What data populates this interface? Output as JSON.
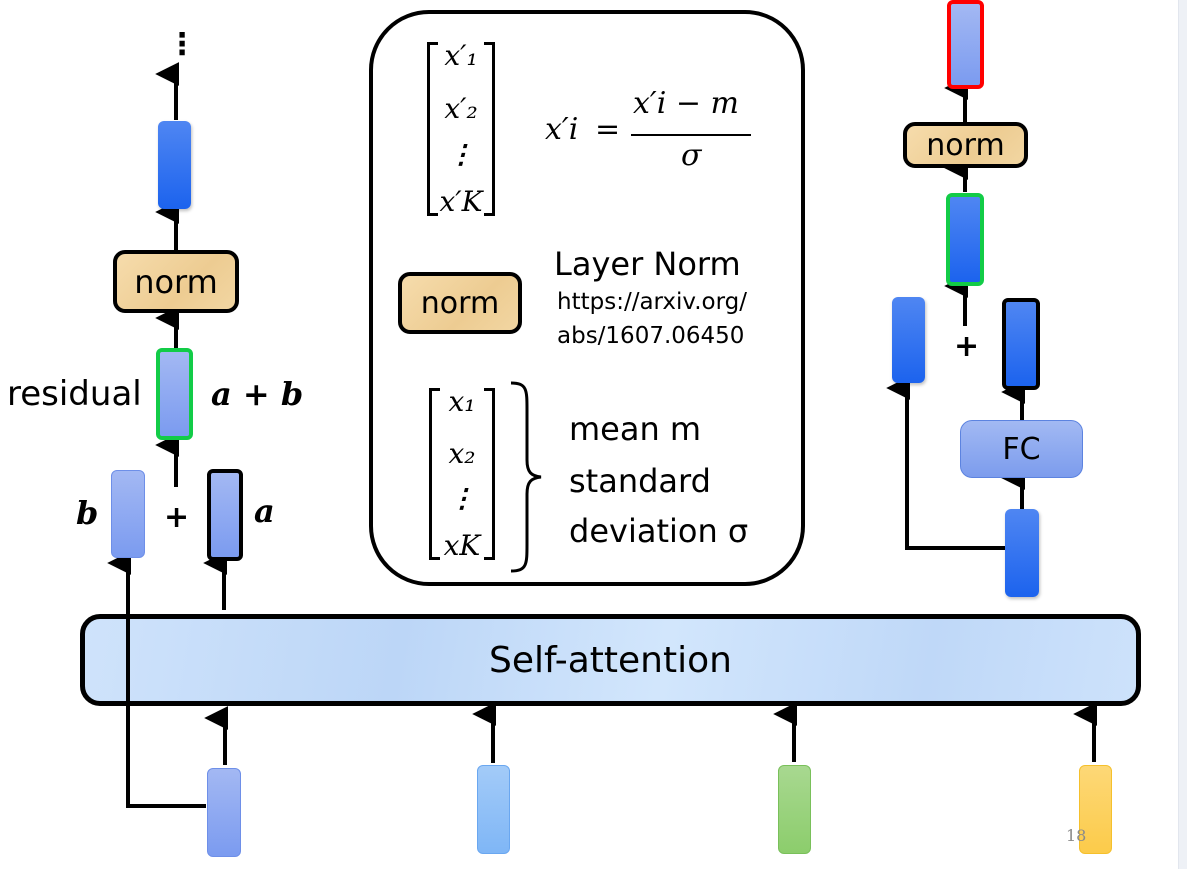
{
  "slide": {
    "page_number": "18",
    "self_attention_label": "Self-attention",
    "left_block": {
      "norm_label": "norm",
      "residual_label": "residual",
      "sum_label": "a + b",
      "input_b_label": "b",
      "input_a_label": "a",
      "plus_sign": "+",
      "continuation": "⋮"
    },
    "layer_norm_panel": {
      "title": "Layer Norm",
      "link_line1": "https://arxiv.org/",
      "link_line2": "abs/1607.06450",
      "norm_label": "norm",
      "output_vector": [
        "x′₁",
        "x′₂",
        "⋮",
        "x′K"
      ],
      "input_vector": [
        "x₁",
        "x₂",
        "⋮",
        "xK"
      ],
      "formula_lhs": "x′i",
      "formula_eq": "=",
      "formula_numerator": "x′i − m",
      "formula_denominator": "σ",
      "stats_mean": "mean m",
      "stats_std_line1": "standard",
      "stats_std_line2": "deviation σ"
    },
    "right_block": {
      "norm_label": "norm",
      "fc_label": "FC",
      "plus_sign": "+"
    },
    "colors": {
      "residual_border": "#12cc47",
      "output_border": "#ff0000",
      "norm_fill": "#edcc92",
      "self_attention_fill": "#c8def9",
      "input_1": "#8aa6f1",
      "input_2": "#8fc0f7",
      "input_3": "#96d27a",
      "input_4": "#fccf5c"
    }
  }
}
